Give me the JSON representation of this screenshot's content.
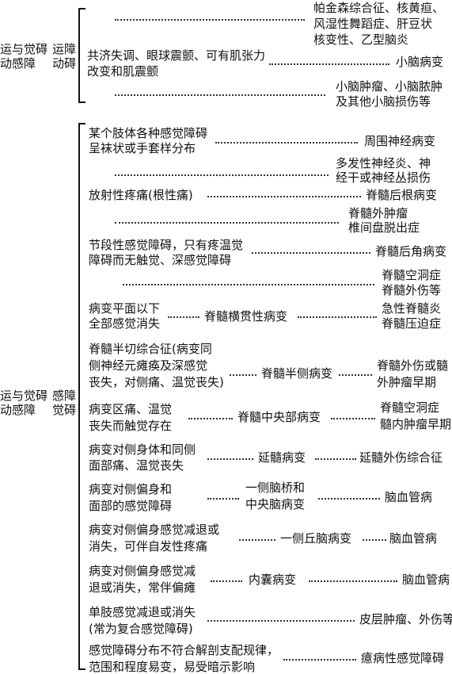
{
  "motor_section": {
    "category_line1": "运与觉碍",
    "category_line2": "动感障",
    "subcategory_line1": "运障",
    "subcategory_line2": "动碍",
    "row1_result": [
      "帕金森综合征、核黄疸、",
      "风湿性舞蹈症、肝豆状",
      "核变性、乙型脑炎"
    ],
    "row2_symptom": [
      "共济失调、眼球震颤、可有肌张力",
      "改变和肌震颤"
    ],
    "row2_result": "小脑病变",
    "row3_result": [
      "小脑肿瘤、小脑脓肿",
      "及其他小脑损伤等"
    ]
  },
  "sensory_section": {
    "category_line1": "运与觉碍",
    "category_line2": "动感障",
    "subcategory_line1": "感障",
    "subcategory_line2": "觉碍",
    "rows": [
      {
        "symptom": [
          "某个肢体各种感觉障碍",
          "呈袜状或手套样分布"
        ],
        "result": [
          "周围神经病变"
        ]
      },
      {
        "result": [
          "多发性神经炎、神",
          "经干或神经丛损伤"
        ]
      },
      {
        "symptom": [
          "放射性疼痛(根性痛)"
        ],
        "result": [
          "脊髓后根病变"
        ]
      },
      {
        "result": [
          "脊髓外肿瘤",
          "椎间盘脱出症"
        ]
      },
      {
        "symptom": [
          "节段性感觉障碍，只有疼温觉",
          "障碍而无触觉、深感觉障碍"
        ],
        "result": [
          "脊髓后角病变"
        ]
      },
      {
        "result": [
          "脊髓空洞症",
          "脊髓外伤等"
        ]
      },
      {
        "symptom": [
          "病变平面以下",
          "全部感觉消失"
        ],
        "lesion": [
          "脊髓横贯性病变"
        ],
        "result": [
          "急性脊髓炎",
          "脊髓压迫症"
        ]
      },
      {
        "symptom": [
          "脊髓半切综合征(病变同",
          "侧神经元瘫痪及深感觉",
          "丧失，对侧痛、温觉丧失)"
        ],
        "lesion": [
          "脊髓半侧病变"
        ],
        "result": [
          "脊髓外伤或髓",
          "外肿瘤早期"
        ]
      },
      {
        "symptom": [
          "病变区痛、温觉",
          "丧失而触觉存在"
        ],
        "lesion": [
          "脊髓中央部病变"
        ],
        "result": [
          "脊髓空洞症",
          "髓内肿瘤早期"
        ]
      },
      {
        "symptom": [
          "病变对侧身体和同侧",
          "面部痛、温觉丧失"
        ],
        "lesion": [
          "延髓病变"
        ],
        "result": [
          "延髓外伤综合征"
        ]
      },
      {
        "symptom": [
          "病变对侧偏身和",
          "面部的感觉障碍"
        ],
        "lesion": [
          "一侧脑桥和",
          "中央脑病变"
        ],
        "result": [
          "脑血管病"
        ]
      },
      {
        "symptom": [
          "病变对侧偏身感觉减退或",
          "消失，可伴自发性疼痛"
        ],
        "lesion": [
          "一侧丘脑病变"
        ],
        "result": [
          "脑血管病"
        ]
      },
      {
        "symptom": [
          "病变对侧偏身感觉减",
          "退或消失，常伴偏瘫"
        ],
        "lesion": [
          "内囊病变"
        ],
        "result": [
          "脑血管病"
        ]
      },
      {
        "symptom": [
          "单肢感觉减退或消失",
          "(常为复合感觉障碍)"
        ],
        "result": [
          "皮层肿瘤、外伤等"
        ]
      },
      {
        "symptom": [
          "感觉障碍分布不符合解剖支配规律，",
          "范围和程度易变，易受暗示影响"
        ],
        "result": [
          "癔病性感觉障碍"
        ]
      }
    ]
  }
}
